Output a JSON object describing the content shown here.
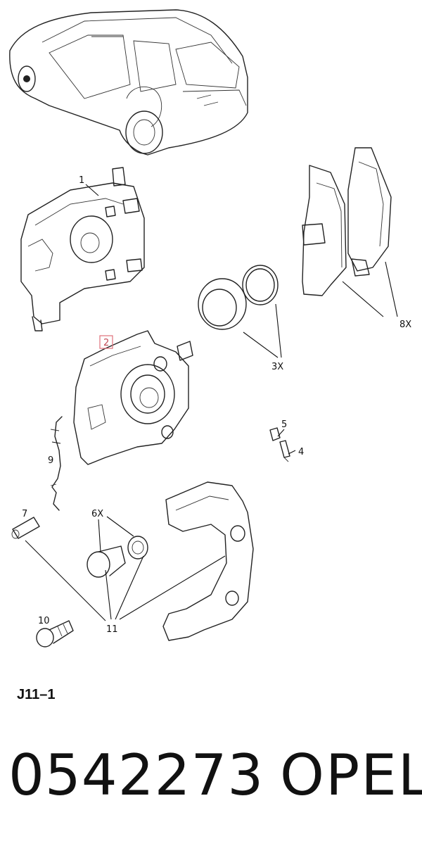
{
  "diagram": {
    "callouts": {
      "c1": "1",
      "c2": "2",
      "c3": "3X",
      "c4": "4",
      "c5": "5",
      "c6": "6X",
      "c7": "7",
      "c8": "8X",
      "c9": "9",
      "c10": "10",
      "c11": "11"
    },
    "highlight_color": "#e0707a"
  },
  "diagram_code": "J11–1",
  "part_number": "0542273",
  "brand": "OPEL"
}
